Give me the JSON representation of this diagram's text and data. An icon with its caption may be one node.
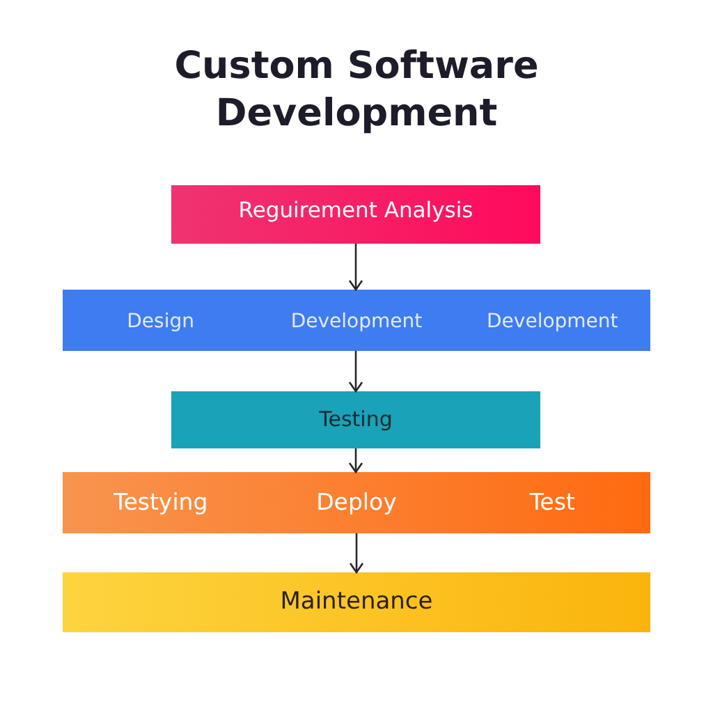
{
  "diagram": {
    "title": "Custom Software Development",
    "nodes": [
      {
        "text": [
          "Reguirement Analysis"
        ]
      },
      {
        "text": [
          "Design",
          "Development",
          "Development"
        ]
      },
      {
        "text": [
          "Testing"
        ]
      },
      {
        "text": [
          "Testying",
          "Deploy",
          "Test"
        ]
      },
      {
        "text": [
          "Maintenance"
        ]
      }
    ],
    "edges": [
      {
        "from": 0,
        "to": 1,
        "arrow": "to"
      },
      {
        "from": 1,
        "to": 2,
        "arrow": "to"
      },
      {
        "from": 2,
        "to": 3,
        "arrow": "to"
      },
      {
        "from": 3,
        "to": 4,
        "arrow": "to"
      }
    ]
  }
}
